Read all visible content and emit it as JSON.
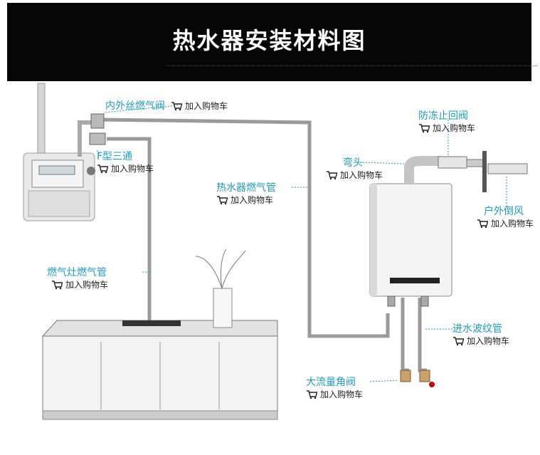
{
  "title": "热水器安装材料图",
  "cart_label": "加入购物车",
  "accent_color": "#1f9bb6",
  "items": [
    {
      "id": "valve",
      "label": "内外丝燃气阀"
    },
    {
      "id": "tee",
      "label": "F型三通"
    },
    {
      "id": "heater-pipe",
      "label": "热水器燃气管"
    },
    {
      "id": "stove-pipe",
      "label": "燃气灶燃气管"
    },
    {
      "id": "elbow",
      "label": "弯头"
    },
    {
      "id": "antifreeze",
      "label": "防冻止回阀"
    },
    {
      "id": "windproof",
      "label": "户外倒风"
    },
    {
      "id": "inlet",
      "label": "进水波纹管"
    },
    {
      "id": "angle-valve",
      "label": "大流量角阀"
    }
  ]
}
